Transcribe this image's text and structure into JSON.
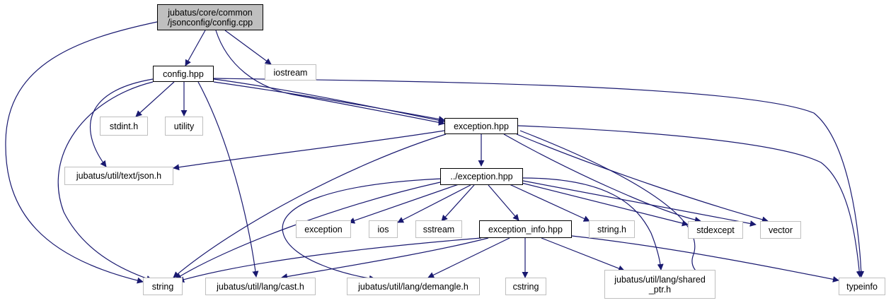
{
  "nodes": {
    "root": "jubatus/core/common\n/jsonconfig/config.cpp",
    "config_hpp": "config.hpp",
    "iostream": "iostream",
    "stdint_h": "stdint.h",
    "utility": "utility",
    "exception_hpp": "exception.hpp",
    "json_h": "jubatus/util/text/json.h",
    "parent_exception_hpp": "../exception.hpp",
    "exception": "exception",
    "ios": "ios",
    "sstream": "sstream",
    "exception_info_hpp": "exception_info.hpp",
    "string_h": "string.h",
    "stdexcept": "stdexcept",
    "vector": "vector",
    "string": "string",
    "cast_h": "jubatus/util/lang/cast.h",
    "demangle_h": "jubatus/util/lang/demangle.h",
    "cstring": "cstring",
    "shared_ptr_h": "jubatus/util/lang/shared\n_ptr.h",
    "typeinfo": "typeinfo"
  },
  "colors": {
    "edge": "#191970",
    "root_fill": "#bfbfbf",
    "linked_border": "#000000",
    "external_border": "#bfbfbf"
  }
}
